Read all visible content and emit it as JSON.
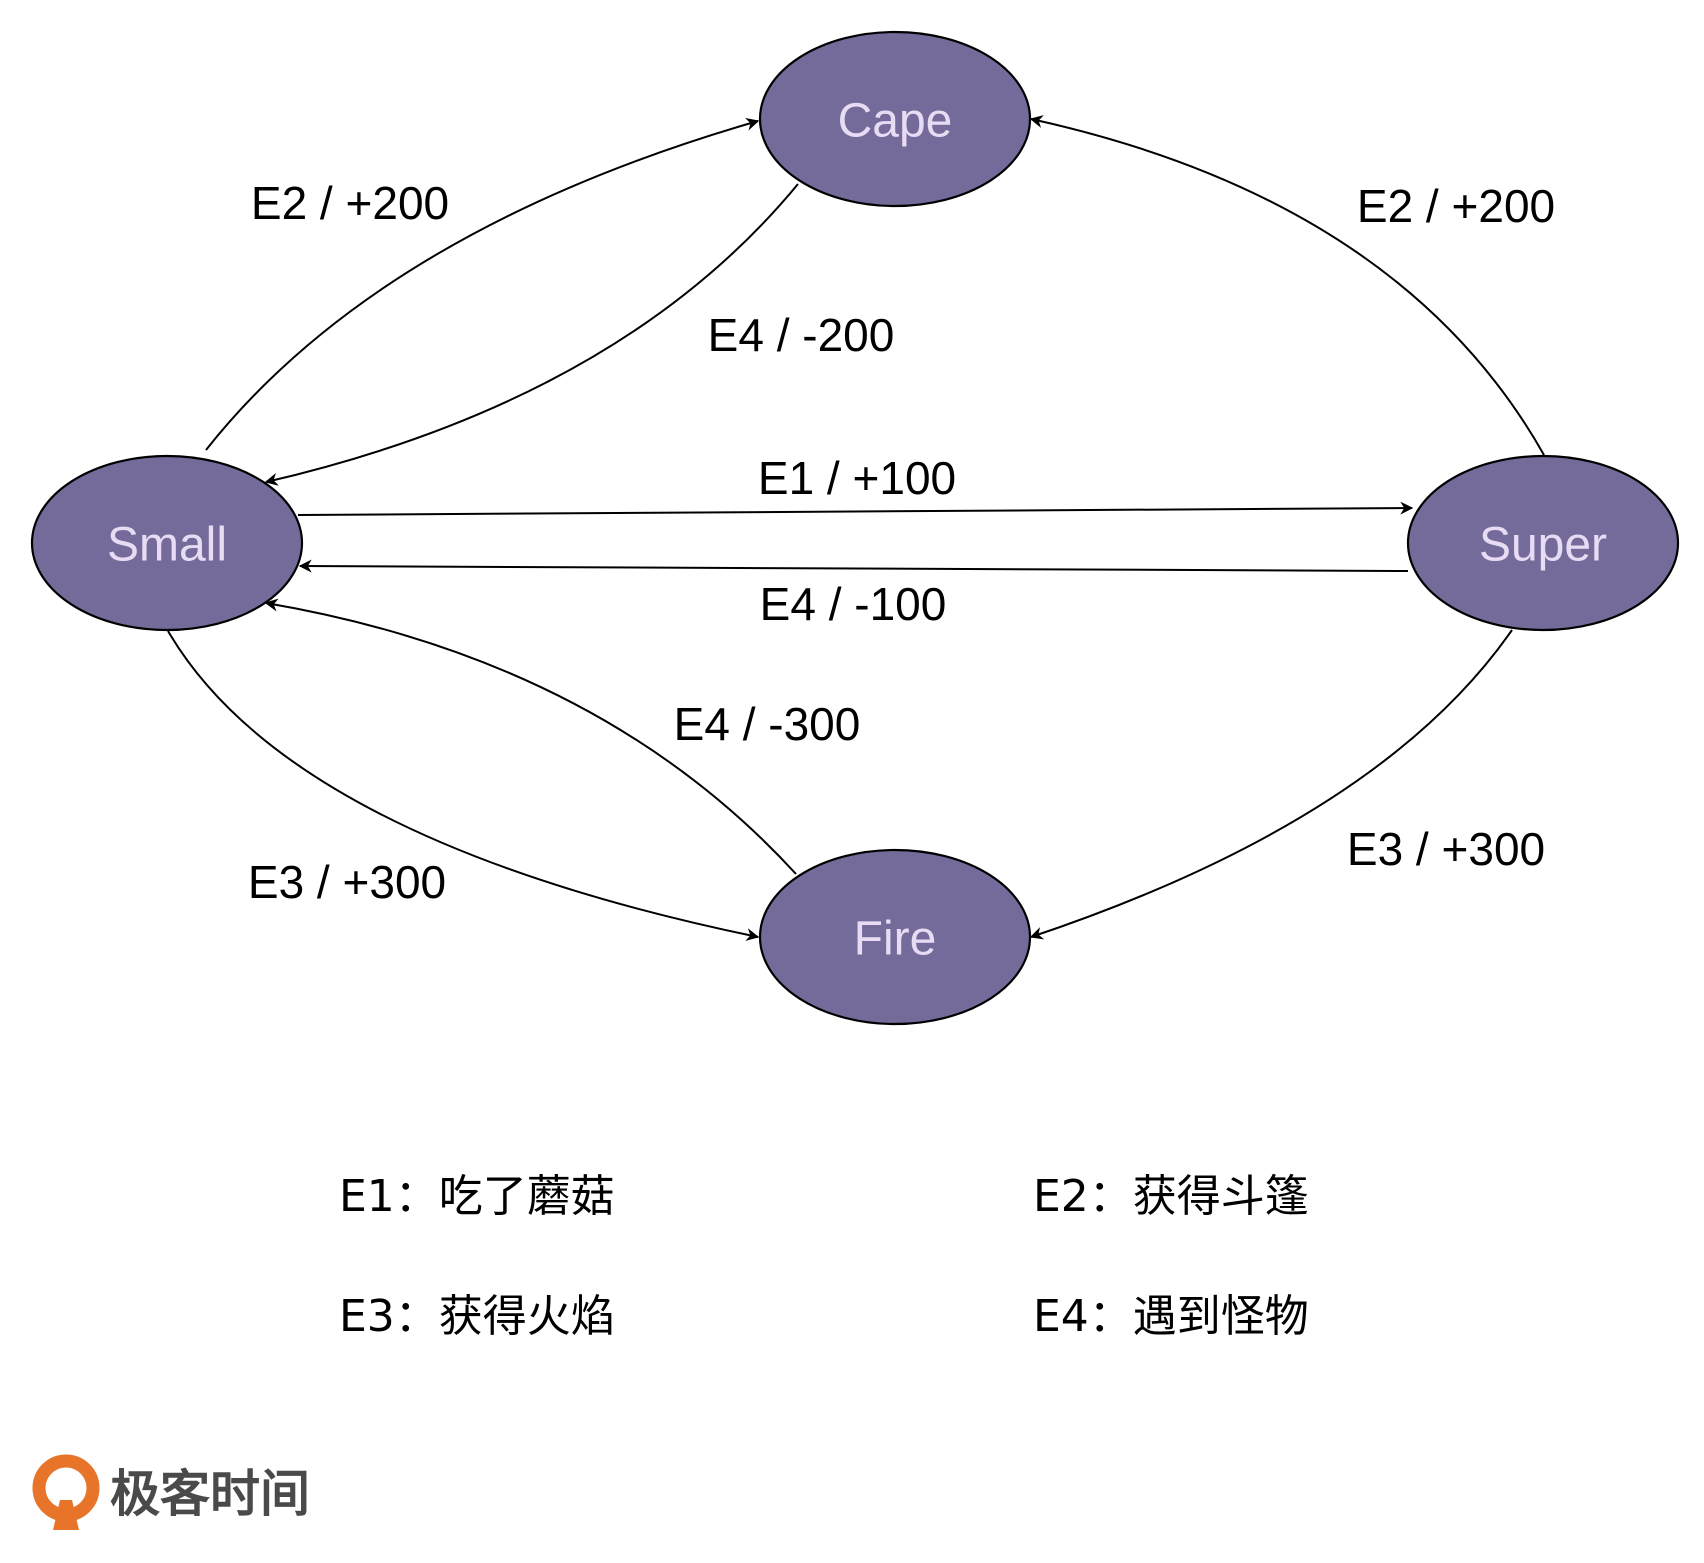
{
  "colors": {
    "node_fill": "#756b9a",
    "node_text": "#e8dcf5",
    "edge": "#000000",
    "brand_orange": "#e8742a",
    "brand_text": "#4a4a4a"
  },
  "nodes": {
    "cape": "Cape",
    "small": "Small",
    "super": "Super",
    "fire": "Fire"
  },
  "edges": {
    "small_to_cape": "E2 / +200",
    "cape_to_small": "E4 / -200",
    "super_to_cape": "E2 / +200",
    "small_to_super": "E1 / +100",
    "super_to_small": "E4 / -100",
    "fire_to_small": "E4 / -300",
    "small_to_fire": "E3 / +300",
    "super_to_fire": "E3 / +300"
  },
  "legend": {
    "e1": "E1：吃了蘑菇",
    "e2": "E2：获得斗篷",
    "e3": "E3：获得火焰",
    "e4": "E4：遇到怪物"
  },
  "brand": {
    "name": "极客时间",
    "logo_icon": "geektime-logo-icon"
  }
}
